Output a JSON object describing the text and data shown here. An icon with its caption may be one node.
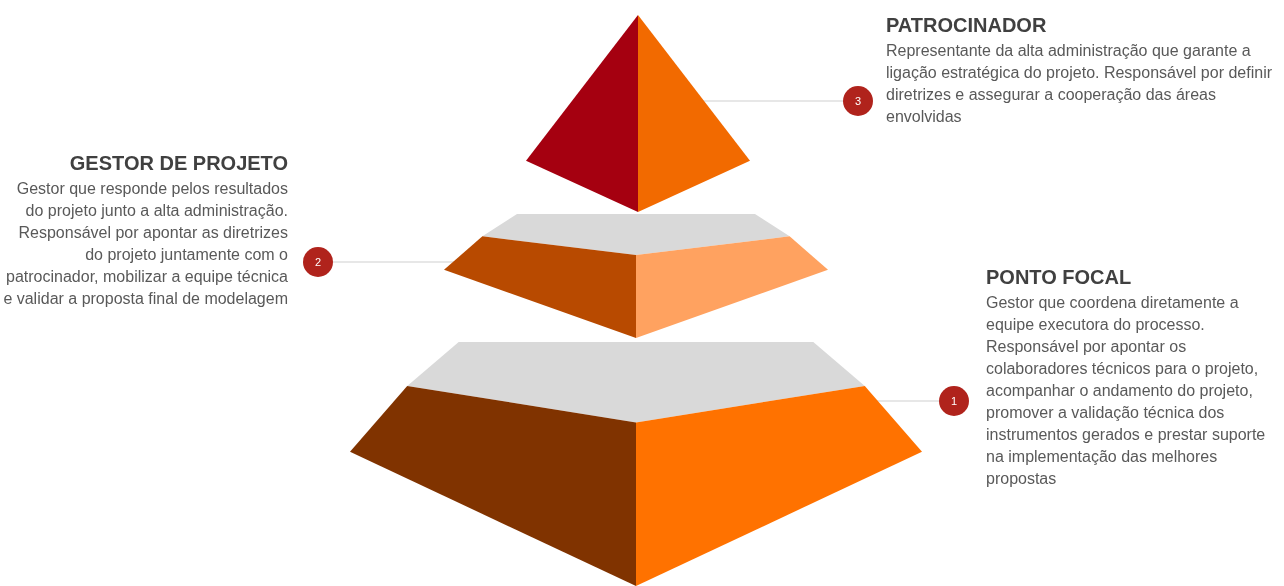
{
  "diagram": {
    "nodes": [
      {
        "text": [],
        "shape": "triangle"
      },
      {
        "text": [],
        "shape": "trapezoid"
      },
      {
        "text": [],
        "shape": "trapezoid"
      },
      {
        "text": [
          "3"
        ],
        "beside": [
          "PATROCINADOR",
          "Representante da alta administração que garante a ligação estratégica do projeto. Responsável por definir diretrizes e assegurar a cooperação das áreas envolvidas"
        ]
      },
      {
        "text": [
          "2"
        ],
        "beside": [
          "GESTOR DE PROJETO",
          "Gestor que responde pelos resultados do projeto junto a alta administração. Responsável por apontar as diretrizes do projeto juntamente com o patrocinador, mobilizar a equipe técnica e validar a proposta final de modelagem"
        ]
      },
      {
        "text": [
          "1"
        ],
        "beside": [
          "PONTO FOCAL",
          "Gestor que coordena diretamente a equipe executora do processo. Responsável por apontar os colaboradores técnicos para o projeto, acompanhar o andamento do projeto, promover a validação técnica dos instrumentos gerados e prestar suporte na implementação das melhores propostas"
        ]
      }
    ],
    "edges": [
      {
        "from": 3,
        "to": 0,
        "arrow": "none"
      },
      {
        "from": 4,
        "to": 1,
        "arrow": "none"
      },
      {
        "from": 5,
        "to": 2,
        "arrow": "none"
      }
    ]
  }
}
